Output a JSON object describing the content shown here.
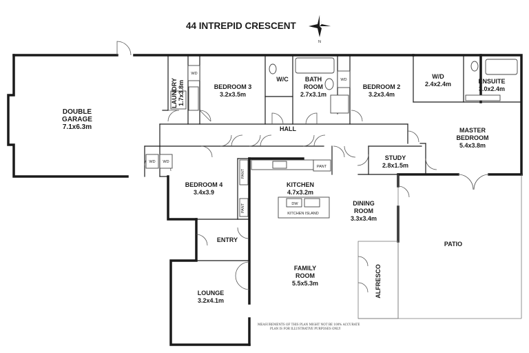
{
  "title": "44 INTREPID CRESCENT",
  "compass_letter": "N",
  "disclaimer": {
    "line1": "MEASUREMENTS OF THIS PLAN MIGHT NOT BE 100% ACCURATE",
    "line2": "PLAN IS FOR ILLUSTRATIVE PURPOSES ONLY"
  },
  "rooms": {
    "garage": {
      "name1": "DOUBLE",
      "name2": "GARAGE",
      "size": "7.1x6.3m"
    },
    "laundry": {
      "name": "LAUNDRY",
      "size": "1.7x3.8m"
    },
    "bedroom3": {
      "name": "BEDROOM 3",
      "size": "3.2x3.5m"
    },
    "wc": {
      "name": "W/C"
    },
    "bathroom": {
      "name1": "BATH",
      "name2": "ROOM",
      "size": "2.7x3.1m"
    },
    "bedroom2": {
      "name": "BEDROOM 2",
      "size": "3.2x3.4m"
    },
    "wd_master": {
      "name": "W/D",
      "size": "2.4x2.4m"
    },
    "ensuite": {
      "name": "ENSUITE",
      "size": "3.0x2.4m"
    },
    "hall": {
      "name": "HALL"
    },
    "master": {
      "name1": "MASTER",
      "name2": "BEDROOM",
      "size": "5.4x3.8m"
    },
    "study": {
      "name": "STUDY",
      "size": "2.8x1.5m"
    },
    "bedroom4": {
      "name": "BEDROOM 4",
      "size": "3.4x3.9"
    },
    "kitchen": {
      "name": "KITCHEN",
      "size": "4.7x3.2m"
    },
    "dining": {
      "name1": "DINING",
      "name2": "ROOM",
      "size": "3.3x3.4m"
    },
    "entry": {
      "name": "ENTRY"
    },
    "family": {
      "name1": "FAMILY",
      "name2": "ROOM",
      "size": "5.5x5.3m"
    },
    "lounge": {
      "name": "LOUNGE",
      "size": "3.2x4.1m"
    },
    "alfresco": {
      "name": "ALFRESCO"
    },
    "patio": {
      "name": "PATIO"
    }
  },
  "fixtures": {
    "wd": "WD",
    "pant": "PANT",
    "dw": "DW",
    "island": "KITCHEN ISLAND"
  }
}
